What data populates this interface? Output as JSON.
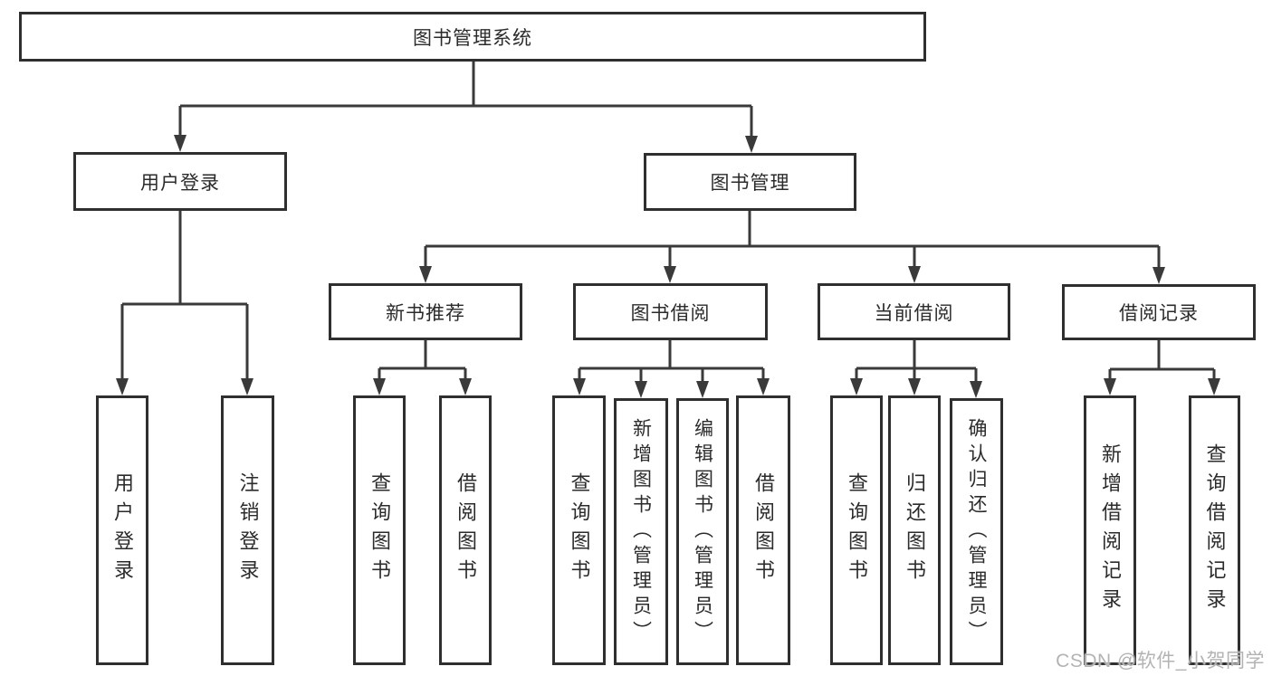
{
  "nodes": {
    "root": "图书管理系统",
    "level2": [
      "用户登录",
      "图书管理"
    ],
    "level3": [
      "新书推荐",
      "图书借阅",
      "当前借阅",
      "借阅记录"
    ],
    "leaves": {
      "user_login": [
        "用户登录",
        "注销登录"
      ],
      "new_book_recommend": [
        "查询图书",
        "借阅图书"
      ],
      "book_borrow": [
        "查询图书",
        "新增图书（管理员）",
        "编辑图书（管理员）",
        "借阅图书"
      ],
      "current_borrow": [
        "查询图书",
        "归还图书",
        "确认归还（管理员）"
      ],
      "borrow_record": [
        "新增借阅记录",
        "查询借阅记录"
      ]
    }
  },
  "watermark": "CSDN @软件_小贺同学",
  "colors": {
    "line": "#3a3a3a",
    "border": "#2f2f2f",
    "text": "#2b2b2b",
    "watermark": "#b3b3b3",
    "background": "#ffffff"
  }
}
